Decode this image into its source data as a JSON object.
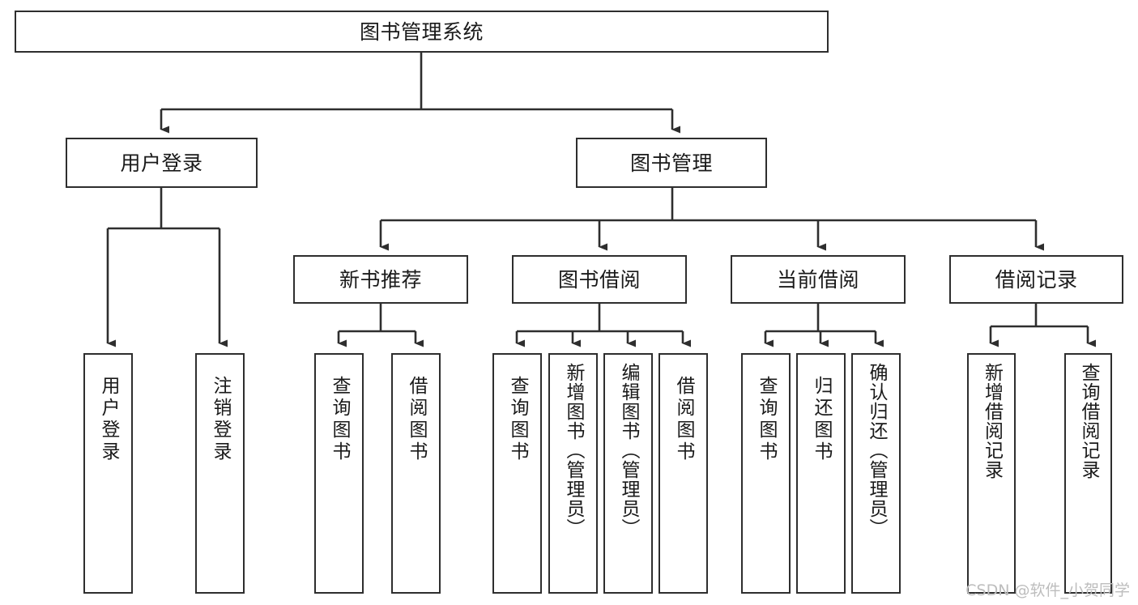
{
  "diagram": {
    "title": "图书管理系统",
    "type": "tree-hierarchy-chart",
    "root": {
      "label": "图书管理系统"
    },
    "level2": [
      {
        "label": "用户登录"
      },
      {
        "label": "图书管理"
      }
    ],
    "level3": [
      {
        "label": "新书推荐"
      },
      {
        "label": "图书借阅"
      },
      {
        "label": "当前借阅"
      },
      {
        "label": "借阅记录"
      }
    ],
    "leaves": {
      "user_login": [
        {
          "label": "用户登录"
        },
        {
          "label": "注销登录"
        }
      ],
      "new_book_recommend": [
        {
          "label": "查询图书"
        },
        {
          "label": "借阅图书"
        }
      ],
      "book_borrow": [
        {
          "label": "查询图书"
        },
        {
          "label": "新增图书（管理员）"
        },
        {
          "label": "编辑图书（管理员）"
        },
        {
          "label": "借阅图书"
        }
      ],
      "current_borrow": [
        {
          "label": "查询图书"
        },
        {
          "label": "归还图书"
        },
        {
          "label": "确认归还（管理员）"
        }
      ],
      "borrow_record": [
        {
          "label": "新增借阅记录"
        },
        {
          "label": "查询借阅记录"
        }
      ]
    }
  },
  "watermark": {
    "text": "CSDN @软件_小贺同学"
  },
  "colors": {
    "box_border": "#2e2e2e",
    "box_fill": "#ffffff",
    "text": "#1a1a1a",
    "connector": "#2e2e2e",
    "watermark": "#bdbdbd",
    "background": "#ffffff"
  }
}
